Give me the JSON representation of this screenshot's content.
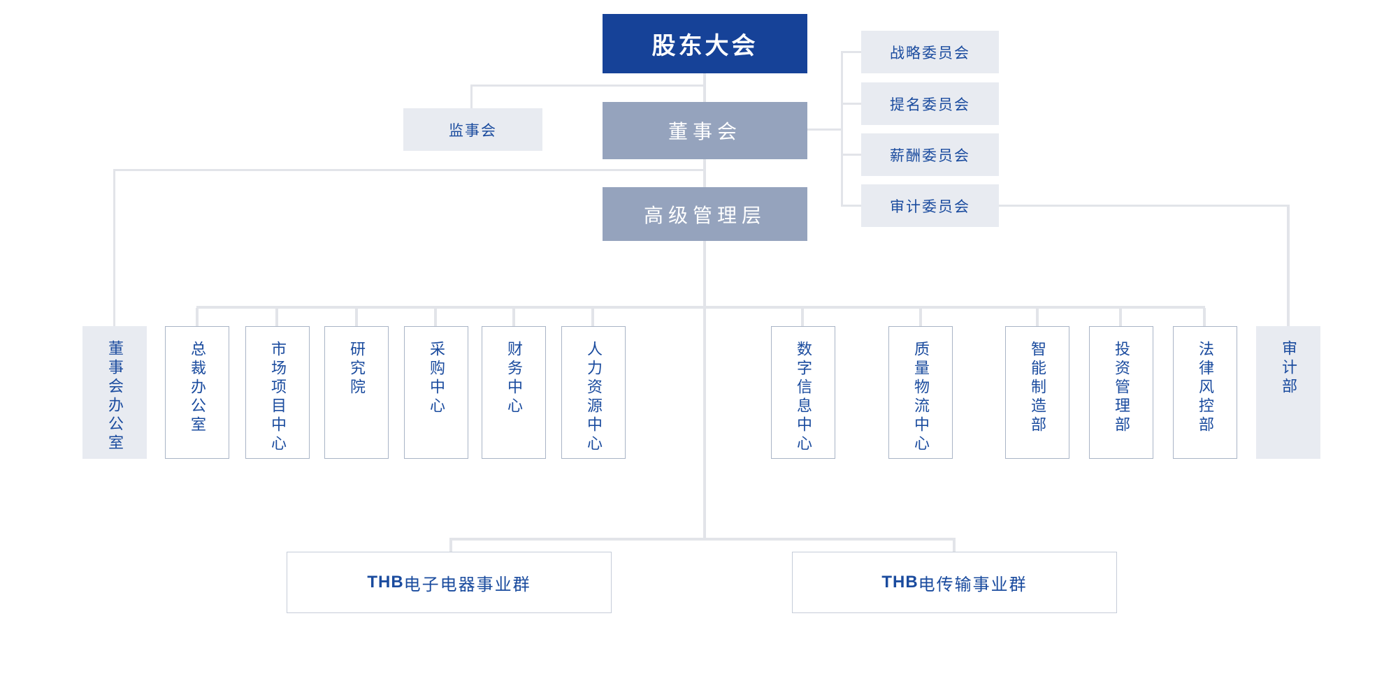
{
  "colors": {
    "primary_blue": "#164298",
    "slate_blue": "#95A3BD",
    "light_gray_fill": "#E8EBF1",
    "connector_gray": "#E2E4E9",
    "text_blue": "#1A4B9E",
    "department_border": "#A9B4C6",
    "group_border": "#C5CCD8"
  },
  "org": {
    "shareholders": "股东大会",
    "supervisory_board": "监事会",
    "board": "董事会",
    "senior_management": "高级管理层",
    "committees": [
      {
        "label": "战略委员会"
      },
      {
        "label": "提名委员会"
      },
      {
        "label": "薪酬委员会"
      },
      {
        "label": "审计委员会"
      }
    ],
    "departments": [
      {
        "label": "董事会办公室"
      },
      {
        "label": "总裁办公室"
      },
      {
        "label": "市场项目中心"
      },
      {
        "label": "研究院"
      },
      {
        "label": "采购中心"
      },
      {
        "label": "财务中心"
      },
      {
        "label": "人力资源中心"
      },
      {
        "label": "数字信息中心"
      },
      {
        "label": "质量物流中心"
      },
      {
        "label": "智能制造部"
      },
      {
        "label": "投资管理部"
      },
      {
        "label": "法律风控部"
      },
      {
        "label": "审计部"
      }
    ],
    "business_groups": [
      {
        "brand": "THB",
        "label": "电子电器事业群"
      },
      {
        "brand": "THB",
        "label": "电传输事业群"
      }
    ]
  }
}
